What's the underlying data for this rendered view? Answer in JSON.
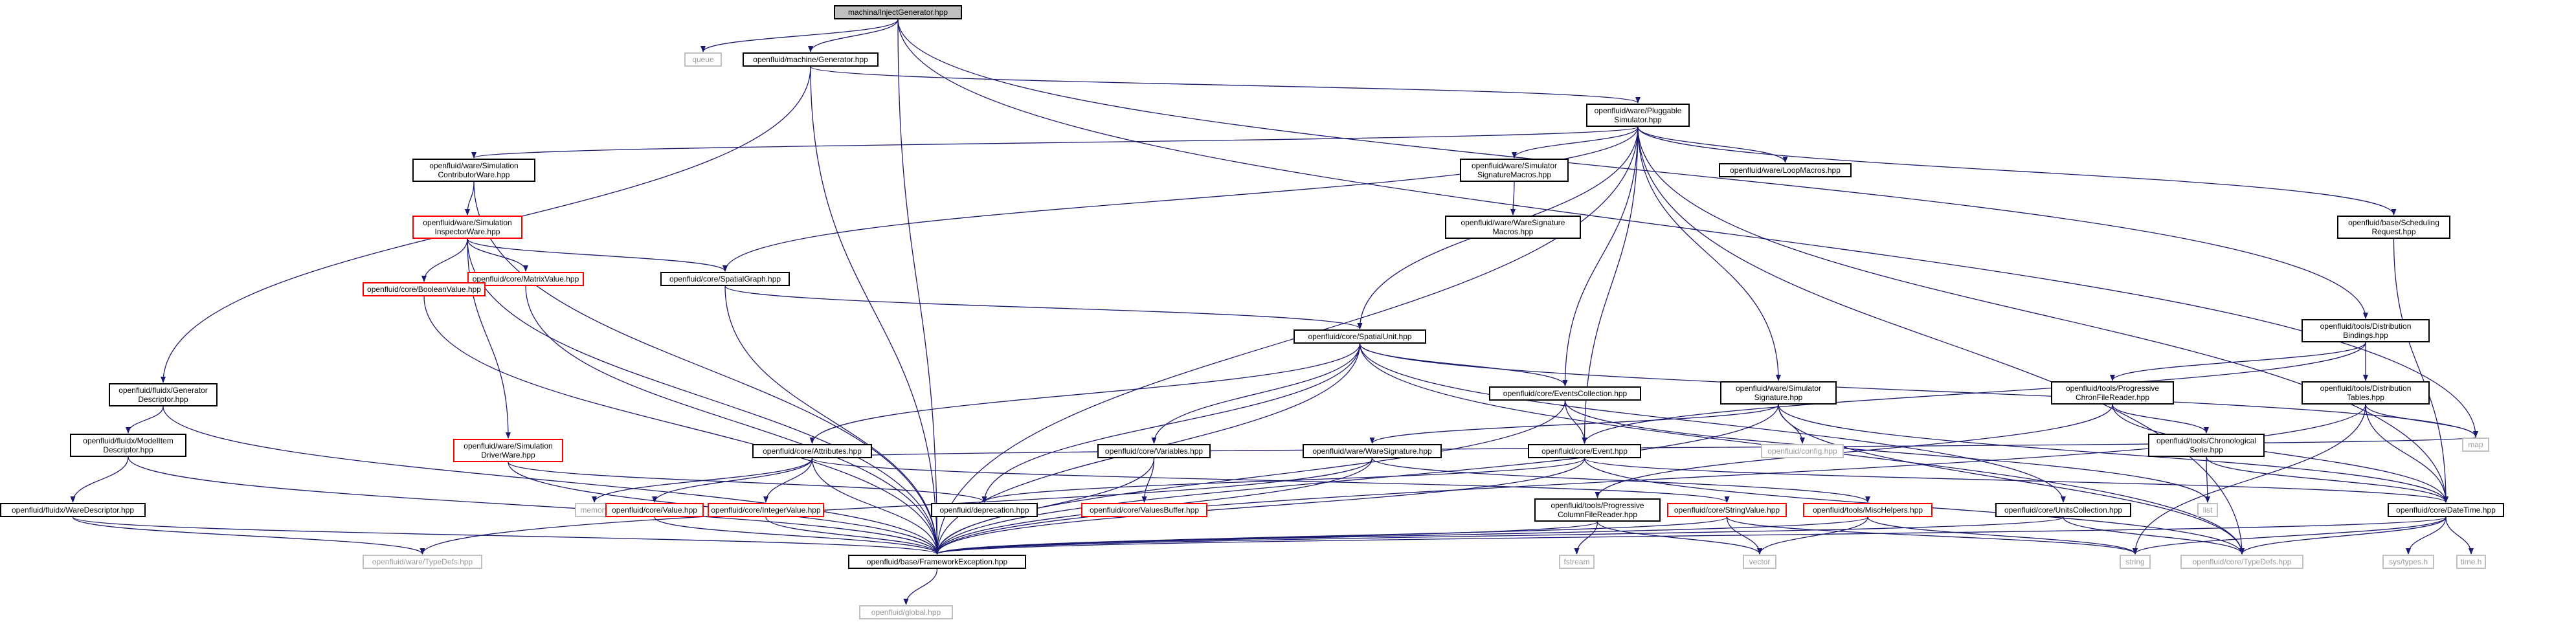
{
  "colors": {
    "edge": "#191970",
    "border_default": "#000000",
    "border_red": "#ff0000",
    "border_gray": "#bfbfbf",
    "root_fill": "#bfbfbf"
  },
  "nodes": [
    {
      "id": "root",
      "lines": [
        "machina/InjectGenerator.hpp"
      ],
      "style": "root"
    },
    {
      "id": "queue",
      "lines": [
        "queue"
      ],
      "style": "gray"
    },
    {
      "id": "generator",
      "lines": [
        "openfluid/machine/Generator.hpp"
      ],
      "style": "black"
    },
    {
      "id": "pluggable",
      "lines": [
        "openfluid/ware/Pluggable",
        "Simulator.hpp"
      ],
      "style": "black"
    },
    {
      "id": "contributor",
      "lines": [
        "openfluid/ware/Simulation",
        "ContributorWare.hpp"
      ],
      "style": "black"
    },
    {
      "id": "sigmacros",
      "lines": [
        "openfluid/ware/Simulator",
        "SignatureMacros.hpp"
      ],
      "style": "black"
    },
    {
      "id": "loopmacros",
      "lines": [
        "openfluid/ware/LoopMacros.hpp"
      ],
      "style": "black"
    },
    {
      "id": "waresigmacros",
      "lines": [
        "openfluid/ware/WareSignature",
        "Macros.hpp"
      ],
      "style": "black"
    },
    {
      "id": "scheduling",
      "lines": [
        "openfluid/base/Scheduling",
        "Request.hpp"
      ],
      "style": "black"
    },
    {
      "id": "inspector",
      "lines": [
        "openfluid/ware/Simulation",
        "InspectorWare.hpp"
      ],
      "style": "red"
    },
    {
      "id": "matrixvalue",
      "lines": [
        "openfluid/core/MatrixValue.hpp"
      ],
      "style": "red"
    },
    {
      "id": "spatialgraph",
      "lines": [
        "openfluid/core/SpatialGraph.hpp"
      ],
      "style": "black"
    },
    {
      "id": "booleanvalue",
      "lines": [
        "openfluid/core/BooleanValue.hpp"
      ],
      "style": "red"
    },
    {
      "id": "spatialunit",
      "lines": [
        "openfluid/core/SpatialUnit.hpp"
      ],
      "style": "black"
    },
    {
      "id": "distbindings",
      "lines": [
        "openfluid/tools/Distribution",
        "Bindings.hpp"
      ],
      "style": "black"
    },
    {
      "id": "gendescriptor",
      "lines": [
        "openfluid/fluidx/Generator",
        "Descriptor.hpp"
      ],
      "style": "black"
    },
    {
      "id": "eventscollection",
      "lines": [
        "openfluid/core/EventsCollection.hpp"
      ],
      "style": "black"
    },
    {
      "id": "simsignature",
      "lines": [
        "openfluid/ware/Simulator",
        "Signature.hpp"
      ],
      "style": "black"
    },
    {
      "id": "progchron",
      "lines": [
        "openfluid/tools/Progressive",
        "ChronFileReader.hpp"
      ],
      "style": "black"
    },
    {
      "id": "disttables",
      "lines": [
        "openfluid/tools/Distribution",
        "Tables.hpp"
      ],
      "style": "black"
    },
    {
      "id": "modelitem",
      "lines": [
        "openfluid/fluidx/ModelItem",
        "Descriptor.hpp"
      ],
      "style": "black"
    },
    {
      "id": "driverware",
      "lines": [
        "openfluid/ware/Simulation",
        "DriverWare.hpp"
      ],
      "style": "red"
    },
    {
      "id": "attributes",
      "lines": [
        "openfluid/core/Attributes.hpp"
      ],
      "style": "black"
    },
    {
      "id": "variables",
      "lines": [
        "openfluid/core/Variables.hpp"
      ],
      "style": "black"
    },
    {
      "id": "waresignature",
      "lines": [
        "openfluid/ware/WareSignature.hpp"
      ],
      "style": "black"
    },
    {
      "id": "event",
      "lines": [
        "openfluid/core/Event.hpp"
      ],
      "style": "black"
    },
    {
      "id": "confighpp",
      "lines": [
        "openfluid/config.hpp"
      ],
      "style": "gray"
    },
    {
      "id": "chronserie",
      "lines": [
        "openfluid/tools/Chronological",
        "Serie.hpp"
      ],
      "style": "black"
    },
    {
      "id": "map",
      "lines": [
        "map"
      ],
      "style": "gray"
    },
    {
      "id": "waredescriptor",
      "lines": [
        "openfluid/fluidx/WareDescriptor.hpp"
      ],
      "style": "black"
    },
    {
      "id": "memory",
      "lines": [
        "memory"
      ],
      "style": "gray"
    },
    {
      "id": "value",
      "lines": [
        "openfluid/core/Value.hpp"
      ],
      "style": "red"
    },
    {
      "id": "integervalue",
      "lines": [
        "openfluid/core/IntegerValue.hpp"
      ],
      "style": "red"
    },
    {
      "id": "deprecation",
      "lines": [
        "openfluid/deprecation.hpp"
      ],
      "style": "black"
    },
    {
      "id": "valuesbuffer",
      "lines": [
        "openfluid/core/ValuesBuffer.hpp"
      ],
      "style": "red"
    },
    {
      "id": "progcolumn",
      "lines": [
        "openfluid/tools/Progressive",
        "ColumnFileReader.hpp"
      ],
      "style": "black"
    },
    {
      "id": "stringvalue",
      "lines": [
        "openfluid/core/StringValue.hpp"
      ],
      "style": "red"
    },
    {
      "id": "mischelpers",
      "lines": [
        "openfluid/tools/MiscHelpers.hpp"
      ],
      "style": "red"
    },
    {
      "id": "unitscollection",
      "lines": [
        "openfluid/core/UnitsCollection.hpp"
      ],
      "style": "black"
    },
    {
      "id": "list",
      "lines": [
        "list"
      ],
      "style": "gray"
    },
    {
      "id": "datetime",
      "lines": [
        "openfluid/core/DateTime.hpp"
      ],
      "style": "black"
    },
    {
      "id": "waretypedefs",
      "lines": [
        "openfluid/ware/TypeDefs.hpp"
      ],
      "style": "gray"
    },
    {
      "id": "fexception",
      "lines": [
        "openfluid/base/FrameworkException.hpp"
      ],
      "style": "black"
    },
    {
      "id": "string",
      "lines": [
        "string"
      ],
      "style": "gray"
    },
    {
      "id": "coretypedefs",
      "lines": [
        "openfluid/core/TypeDefs.hpp"
      ],
      "style": "gray"
    },
    {
      "id": "systypes",
      "lines": [
        "sys/types.h"
      ],
      "style": "gray"
    },
    {
      "id": "timeh",
      "lines": [
        "time.h"
      ],
      "style": "gray"
    },
    {
      "id": "fstream",
      "lines": [
        "fstream"
      ],
      "style": "gray"
    },
    {
      "id": "vector",
      "lines": [
        "vector"
      ],
      "style": "gray"
    },
    {
      "id": "global",
      "lines": [
        "openfluid/global.hpp"
      ],
      "style": "gray"
    }
  ],
  "edges": [
    [
      "root",
      "queue"
    ],
    [
      "root",
      "generator"
    ],
    [
      "root",
      "fexception"
    ],
    [
      "root",
      "distbindings"
    ],
    [
      "root",
      "map"
    ],
    [
      "generator",
      "pluggable"
    ],
    [
      "generator",
      "gendescriptor"
    ],
    [
      "generator",
      "fexception"
    ],
    [
      "pluggable",
      "contributor"
    ],
    [
      "pluggable",
      "sigmacros"
    ],
    [
      "pluggable",
      "loopmacros"
    ],
    [
      "pluggable",
      "scheduling"
    ],
    [
      "pluggable",
      "spatialgraph"
    ],
    [
      "pluggable",
      "spatialunit"
    ],
    [
      "pluggable",
      "eventscollection"
    ],
    [
      "pluggable",
      "simsignature"
    ],
    [
      "pluggable",
      "event"
    ],
    [
      "pluggable",
      "fexception"
    ],
    [
      "pluggable",
      "coretypedefs"
    ],
    [
      "pluggable",
      "datetime"
    ],
    [
      "contributor",
      "inspector"
    ],
    [
      "contributor",
      "fexception"
    ],
    [
      "sigmacros",
      "waresigmacros"
    ],
    [
      "scheduling",
      "datetime"
    ],
    [
      "inspector",
      "matrixvalue"
    ],
    [
      "inspector",
      "booleanvalue"
    ],
    [
      "inspector",
      "spatialgraph"
    ],
    [
      "inspector",
      "driverware"
    ],
    [
      "inspector",
      "fexception"
    ],
    [
      "matrixvalue",
      "fexception"
    ],
    [
      "booleanvalue",
      "fexception"
    ],
    [
      "spatialgraph",
      "spatialunit"
    ],
    [
      "spatialgraph",
      "fexception"
    ],
    [
      "spatialunit",
      "attributes"
    ],
    [
      "spatialunit",
      "variables"
    ],
    [
      "spatialunit",
      "eventscollection"
    ],
    [
      "spatialunit",
      "deprecation"
    ],
    [
      "spatialunit",
      "fexception"
    ],
    [
      "spatialunit",
      "map"
    ],
    [
      "spatialunit",
      "unitscollection"
    ],
    [
      "spatialunit",
      "coretypedefs"
    ],
    [
      "distbindings",
      "disttables"
    ],
    [
      "distbindings",
      "progchron"
    ],
    [
      "distbindings",
      "event"
    ],
    [
      "gendescriptor",
      "modelitem"
    ],
    [
      "gendescriptor",
      "fexception"
    ],
    [
      "eventscollection",
      "event"
    ],
    [
      "eventscollection",
      "list"
    ],
    [
      "eventscollection",
      "fexception"
    ],
    [
      "simsignature",
      "waresignature"
    ],
    [
      "simsignature",
      "confighpp"
    ],
    [
      "simsignature",
      "datetime"
    ],
    [
      "simsignature",
      "coretypedefs"
    ],
    [
      "simsignature",
      "fexception"
    ],
    [
      "progchron",
      "chronserie"
    ],
    [
      "progchron",
      "progcolumn"
    ],
    [
      "progchron",
      "datetime"
    ],
    [
      "disttables",
      "map"
    ],
    [
      "disttables",
      "string"
    ],
    [
      "disttables",
      "datetime"
    ],
    [
      "disttables",
      "fexception"
    ],
    [
      "modelitem",
      "waredescriptor"
    ],
    [
      "modelitem",
      "fexception"
    ],
    [
      "driverware",
      "deprecation"
    ],
    [
      "driverware",
      "fexception"
    ],
    [
      "attributes",
      "memory"
    ],
    [
      "attributes",
      "value"
    ],
    [
      "attributes",
      "integervalue"
    ],
    [
      "attributes",
      "stringvalue"
    ],
    [
      "attributes",
      "fexception"
    ],
    [
      "attributes",
      "map"
    ],
    [
      "variables",
      "valuesbuffer"
    ],
    [
      "variables",
      "fexception"
    ],
    [
      "waresignature",
      "waretypedefs"
    ],
    [
      "waresignature",
      "mischelpers"
    ],
    [
      "waresignature",
      "fexception"
    ],
    [
      "event",
      "datetime"
    ],
    [
      "event",
      "coretypedefs"
    ],
    [
      "event",
      "deprecation"
    ],
    [
      "event",
      "fexception"
    ],
    [
      "chronserie",
      "datetime"
    ],
    [
      "chronserie",
      "list"
    ],
    [
      "waredescriptor",
      "waretypedefs"
    ],
    [
      "waredescriptor",
      "fexception"
    ],
    [
      "value",
      "fexception"
    ],
    [
      "integervalue",
      "fexception"
    ],
    [
      "progcolumn",
      "fstream"
    ],
    [
      "progcolumn",
      "vector"
    ],
    [
      "progcolumn",
      "fexception"
    ],
    [
      "stringvalue",
      "vector"
    ],
    [
      "stringvalue",
      "string"
    ],
    [
      "stringvalue",
      "fexception"
    ],
    [
      "mischelpers",
      "vector"
    ],
    [
      "mischelpers",
      "string"
    ],
    [
      "mischelpers",
      "fexception"
    ],
    [
      "unitscollection",
      "coretypedefs"
    ],
    [
      "unitscollection",
      "fexception"
    ],
    [
      "datetime",
      "string"
    ],
    [
      "datetime",
      "systypes"
    ],
    [
      "datetime",
      "timeh"
    ],
    [
      "datetime",
      "fexception"
    ],
    [
      "datetime",
      "coretypedefs"
    ],
    [
      "fexception",
      "global"
    ]
  ]
}
